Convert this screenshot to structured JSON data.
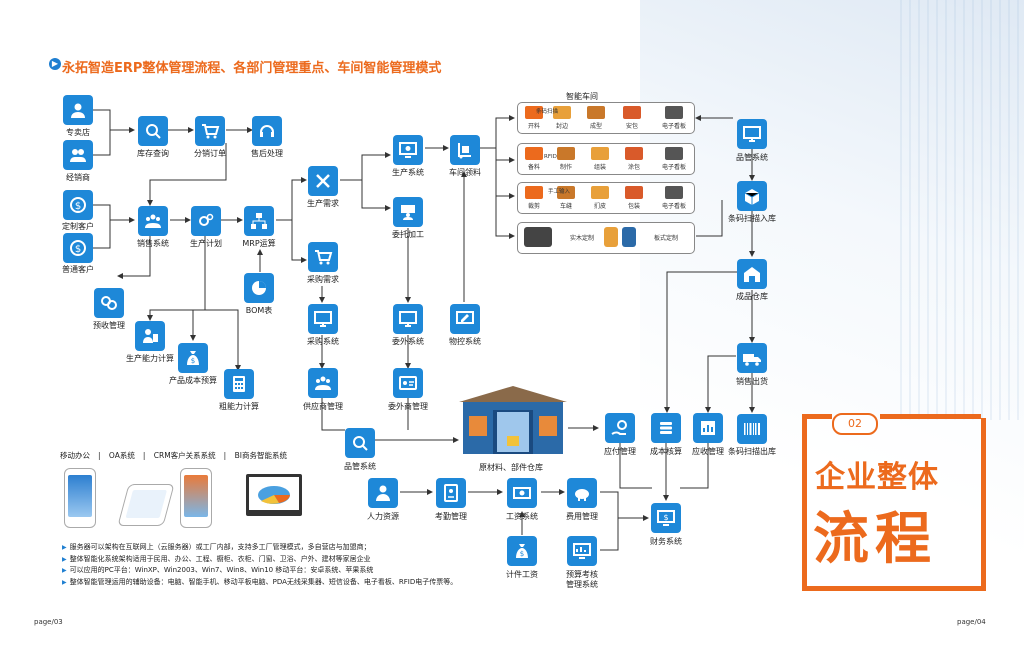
{
  "header": {
    "title": "永拓智造ERP整体管理流程、各部门管理重点、车间智能管理模式"
  },
  "nodes": {
    "zhuanmaidian": "专卖店",
    "jingxiaoshang": "经销商",
    "dingzhi_kehu": "定制客户",
    "putong_kehu": "普通客户",
    "kucun_chaxun": "库存查询",
    "fenxiao_dingdan": "分销订单",
    "shouhou_chuli": "售后处理",
    "xiaoshou_xitong": "销售系统",
    "shengchan_jihua": "生产计划",
    "mrp_yunsuan": "MRP运算",
    "bom_biao": "BOM表",
    "yushou_guanli": "预收管理",
    "shengchan_nengli": "生产能力计算",
    "chanpin_yusuan": "产品成本预算",
    "cu_nengli": "粗能力计算",
    "shengchan_xuqiu": "生产需求",
    "caigou_xuqiu": "采购需求",
    "caigou_xitong": "采购系统",
    "gongyingshang": "供应商管理",
    "pinguan_xitong": "品管系统",
    "shengchan_xitong": "生产系统",
    "weituo_jiagong": "委托加工",
    "weiwai_xitong": "委外系统",
    "weiwaishang": "委外商管理",
    "chejian_lingliao": "车间领料",
    "wukong_xitong": "物控系统",
    "cangku": "原材料、部件仓库",
    "pinguan_xitong_r": "品管系统",
    "tiaoma_ruku": "条码扫描入库",
    "chengpin_cangku": "成品仓库",
    "xiaoshou_chuhuo": "销售出货",
    "tiaoma_chuku": "条码扫描出库",
    "yingfu": "应付管理",
    "chengben": "成本核算",
    "yingshou": "应收管理",
    "caiwu": "财务系统",
    "renli": "人力资源",
    "kaoqin": "考勤管理",
    "gongzi": "工资系统",
    "feiyong": "费用管理",
    "jijian_gongzi": "计件工资",
    "yusuan_kaohe": "预算考核",
    "yusuan_kaohe_2": "管理系统"
  },
  "workshop": {
    "title": "智能车间",
    "rows": [
      {
        "items": [
          "开料",
          "封边",
          "成型",
          "安包",
          "电子看板"
        ],
        "tag": "条码扫描"
      },
      {
        "items": [
          "备料",
          "制作",
          "组装",
          "涂包",
          "电子看板"
        ],
        "tag": "RFID"
      },
      {
        "items": [
          "裁剪",
          "车缝",
          "扪皮",
          "包装",
          "电子看板"
        ],
        "tag": "手工输入"
      },
      {
        "items": [
          "实木定制",
          "板式定制"
        ],
        "tag": ""
      }
    ]
  },
  "modules": {
    "items": [
      "移动办公",
      "OA系统",
      "CRM客户关系系统",
      "BI商务智能系统"
    ]
  },
  "notes": [
    "服务器可以架构在互联网上（云服务器）或工厂内部，支持多工厂管理模式，多自营店与加盟商；",
    "整体智能化系统架构适用于民用、办公、工程、橱柜、衣柜、门窗、卫浴、户外、建材等家居企业",
    "可以应用的PC平台：WinXP、Win2003、Win7、Win8、Win10 移动平台：安卓系统、苹果系统",
    "整体智能管理运用的辅助设备：电脑、智能手机、移动平板电脑、PDA无线采集器、短信设备、电子看板、RFID电子传票等。"
  ],
  "badge": {
    "number": "02",
    "line1": "企业整体",
    "line2": "流程"
  },
  "footer": {
    "left_page": "page/03",
    "right_page": "page/04"
  },
  "colors": {
    "node_blue": "#1e88d8",
    "accent_orange": "#ec6a1d"
  }
}
